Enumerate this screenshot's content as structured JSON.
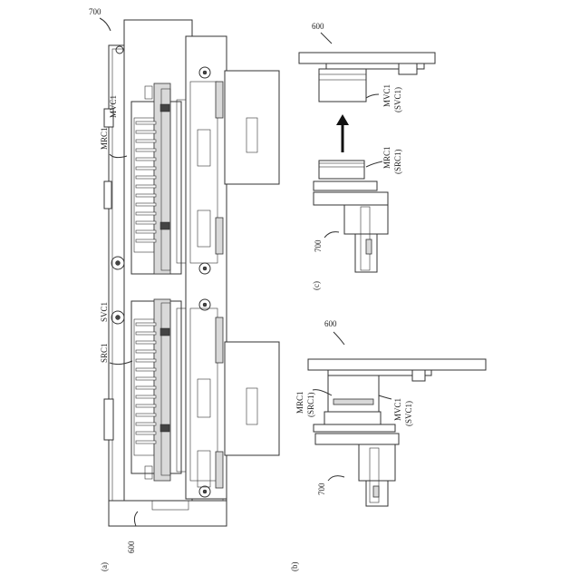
{
  "panels": {
    "a": {
      "label": "(a)",
      "top_ref": "700",
      "bottom_ref": "600",
      "labels": [
        "MVC1",
        "MRC1",
        "SVC1",
        "SRC1"
      ]
    },
    "b": {
      "label": "(b)",
      "ref_600": "600",
      "ref_700": "700",
      "mrc1": "MRC1",
      "src1_paren": "(SRC1)",
      "mvc1": "MVC1",
      "svc1_paren": "(SVC1)"
    },
    "c": {
      "label": "(c)",
      "ref_600": "600",
      "ref_700": "700",
      "mvc1": "MVC1",
      "svc1_paren": "(SVC1)",
      "mrc1": "MRC1",
      "src1_paren": "(SRC1)"
    }
  }
}
